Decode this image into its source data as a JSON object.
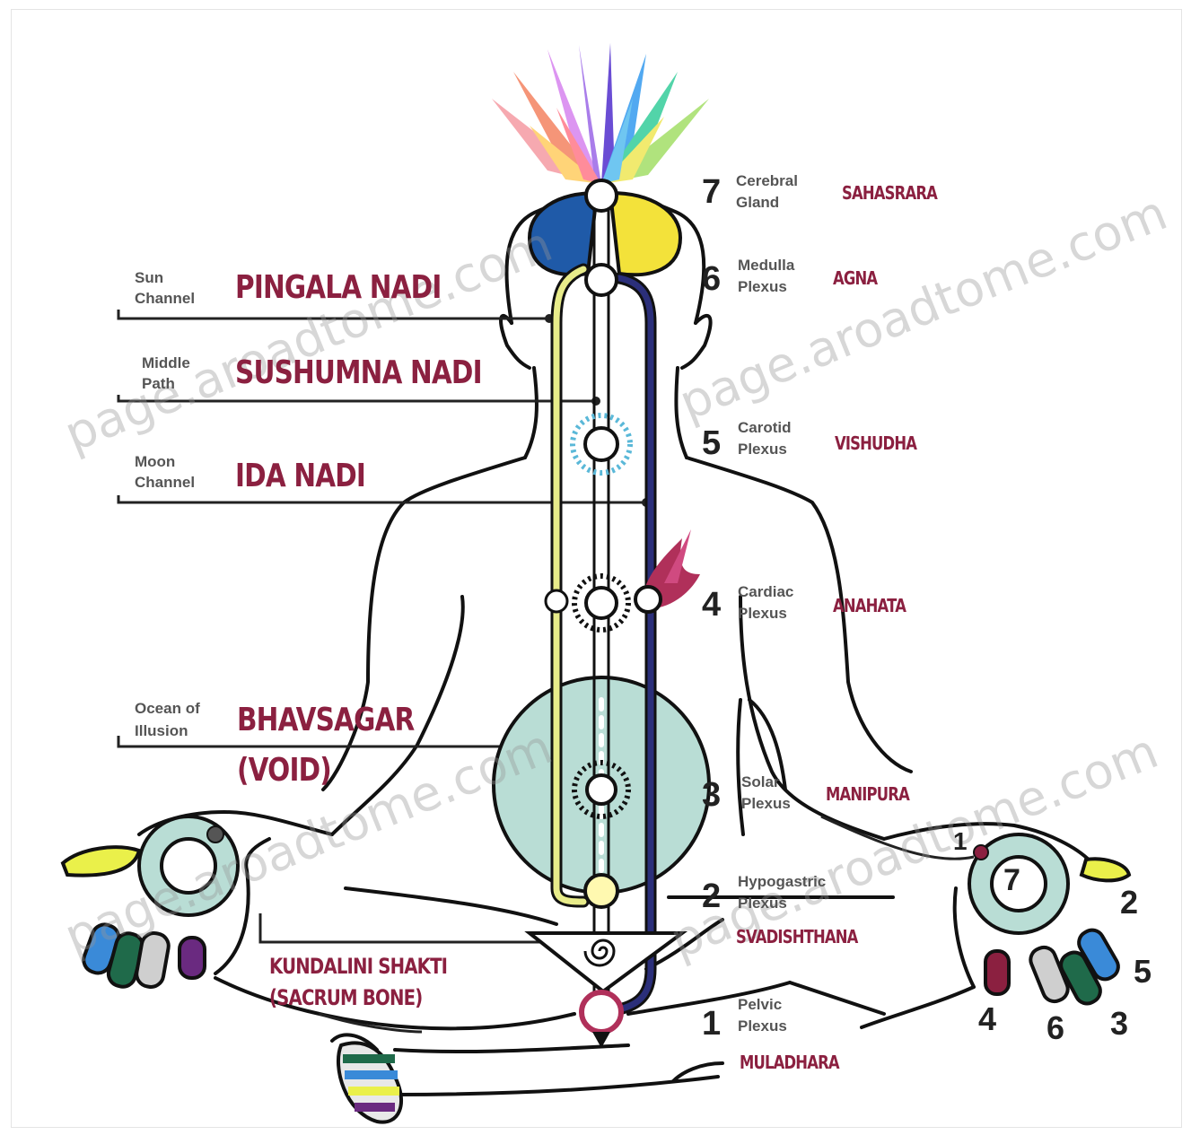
{
  "watermark": "page.aroadtome.com",
  "nadis": [
    {
      "caption_1": "Sun",
      "caption_2": "Channel",
      "name": "PINGALA NADI"
    },
    {
      "caption_1": "Middle",
      "caption_2": "Path",
      "name": "SUSHUMNA NADI"
    },
    {
      "caption_1": "Moon",
      "caption_2": "Channel",
      "name": "IDA NADI"
    }
  ],
  "ocean": {
    "caption_1": "Ocean of",
    "caption_2": "Illusion",
    "name": "BHAVSAGAR",
    "subname": "(VOID)"
  },
  "kundalini": {
    "line_1": "KUNDALINI SHAKTI",
    "line_2": "(SACRUM BONE)"
  },
  "chakras": [
    {
      "number": "7",
      "plexus_1": "Cerebral",
      "plexus_2": "Gland",
      "name": "SAHASRARA"
    },
    {
      "number": "6",
      "plexus_1": "Medulla",
      "plexus_2": "Plexus",
      "name": "AGNA"
    },
    {
      "number": "5",
      "plexus_1": "Carotid",
      "plexus_2": "Plexus",
      "name": "VISHUDHA"
    },
    {
      "number": "4",
      "plexus_1": "Cardiac",
      "plexus_2": "Plexus",
      "name": "ANAHATA"
    },
    {
      "number": "3",
      "plexus_1": "Solar",
      "plexus_2": "Plexus",
      "name": "MANIPURA"
    },
    {
      "number": "2",
      "plexus_1": "Hypogastric",
      "plexus_2": "Plexus",
      "name": "SVADISHTHANA"
    },
    {
      "number": "1",
      "plexus_1": "Pelvic",
      "plexus_2": "Plexus",
      "name": "MULADHARA"
    }
  ],
  "right_hand": {
    "center": "7",
    "fingers": [
      "1",
      "2",
      "5",
      "3",
      "6",
      "4"
    ]
  },
  "colors": {
    "label": "#8b2040",
    "pingala": "#e8ec8a",
    "ida": "#2b2f7a",
    "sahasrara_left": "#1f5aa8",
    "sahasrara_right": "#f3e23a",
    "void": "#b9ddd5",
    "lotus": "#b0305a"
  }
}
